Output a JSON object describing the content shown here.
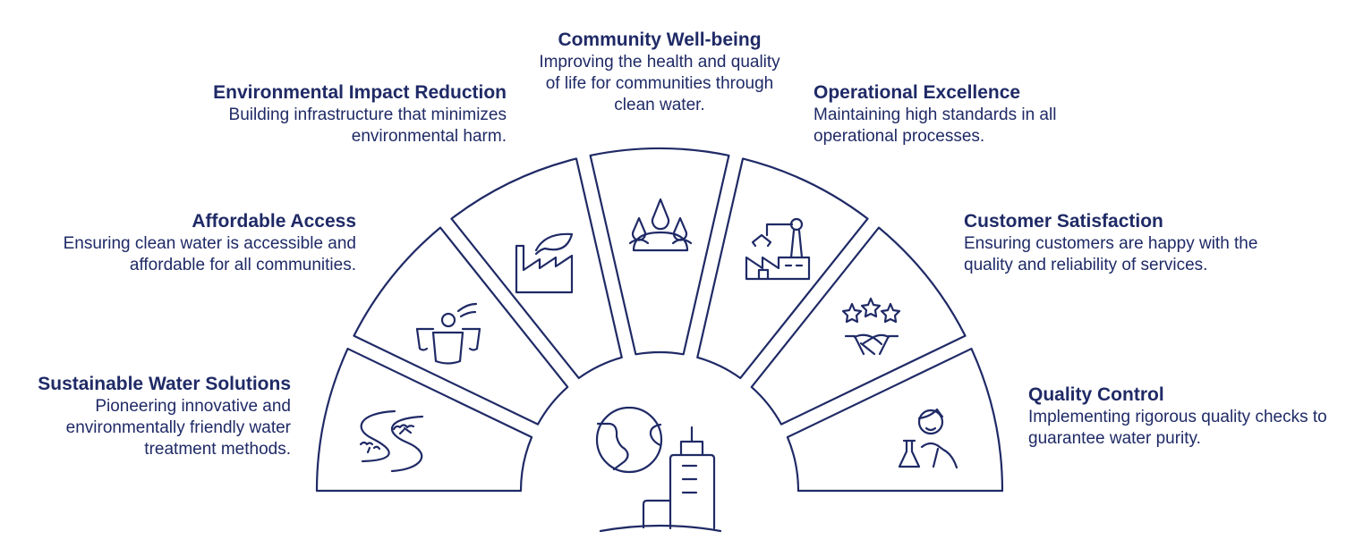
{
  "colors": {
    "stroke": "#1f2a66",
    "text": "#1f2a66"
  },
  "segments": [
    {
      "title": "Sustainable Water Solutions",
      "desc": "Pioneering innovative and environmentally friendly water treatment methods.",
      "icon": "river-icon"
    },
    {
      "title": "Affordable Access",
      "desc": "Ensuring clean water is accessible and affordable for all communities.",
      "icon": "water-cups-icon"
    },
    {
      "title": "Environmental Impact Reduction",
      "desc": "Building infrastructure that minimizes environmental harm.",
      "icon": "factory-leaf-icon"
    },
    {
      "title": "Community Well-being",
      "desc": "Improving the health and quality of life for communities through clean water.",
      "icon": "community-drops-icon"
    },
    {
      "title": "Operational Excellence",
      "desc": "Maintaining high standards in all operational processes.",
      "icon": "robot-arm-factory-icon"
    },
    {
      "title": "Customer Satisfaction",
      "desc": "Ensuring customers are happy with the quality and reliability of services.",
      "icon": "stars-handshake-icon"
    },
    {
      "title": "Quality Control",
      "desc": "Implementing rigorous quality checks to guarantee water purity.",
      "icon": "scientist-flask-icon"
    }
  ],
  "center": {
    "icon": "globe-city-icon"
  }
}
